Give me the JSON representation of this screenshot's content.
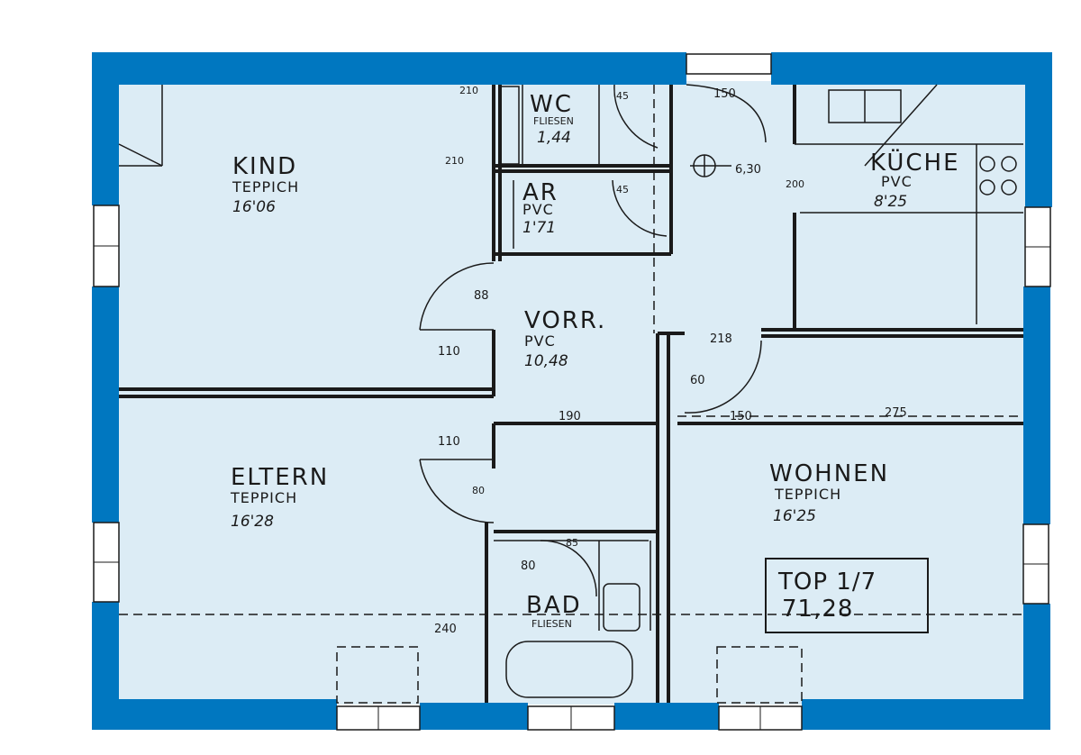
{
  "rooms": {
    "kind": {
      "name": "KIND",
      "floor": "TEPPICH",
      "area": "16'06"
    },
    "wc": {
      "name": "WC",
      "floor": "FLIESEN",
      "area": "1,44"
    },
    "ar": {
      "name": "AR",
      "floor": "PVC",
      "area": "1'71"
    },
    "kueche": {
      "name": "KÜCHE",
      "floor": "PVC",
      "area": "8'25"
    },
    "vorr": {
      "name": "VORR.",
      "floor": "PVC",
      "area": "10,48"
    },
    "eltern": {
      "name": "ELTERN",
      "floor": "TEPPICH",
      "area": "16'28"
    },
    "wohnen": {
      "name": "WOHNEN",
      "floor": "TEPPICH",
      "area": "16'25"
    },
    "bad": {
      "name": "BAD",
      "floor": "FLIESEN"
    }
  },
  "unit": {
    "label": "TOP 1/7",
    "area": "71,28"
  },
  "dimensions": {
    "d150_top": "150",
    "d630": "6,30",
    "d190": "190",
    "d150_mid": "150",
    "d60": "60",
    "d275": "275",
    "d88": "88",
    "d218": "218",
    "d80": "80",
    "d110a": "110",
    "d110b": "110",
    "d240": "240",
    "d210a": "210",
    "d210b": "210",
    "d200": "200",
    "d45a": "45",
    "d45b": "45",
    "d80_wc": "80",
    "d85": "85"
  },
  "colors": {
    "wall": "#0077c0",
    "floor": "#dcecf5",
    "ink": "#1a1a1a"
  }
}
